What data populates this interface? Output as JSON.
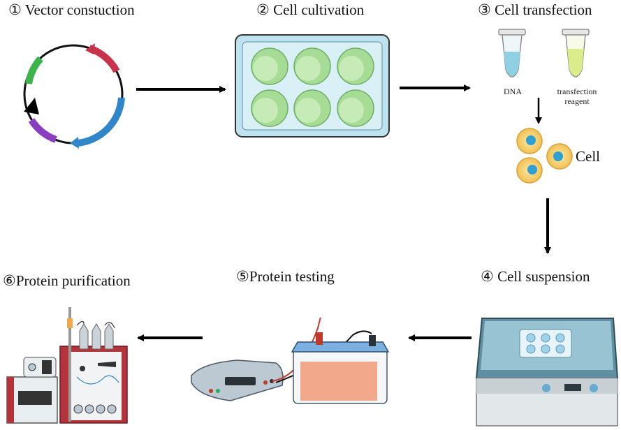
{
  "steps": [
    {
      "label": "① Vector constuction"
    },
    {
      "label": "② Cell cultivation"
    },
    {
      "label": "③  Cell  transfection"
    },
    {
      "label": "④ Cell suspension"
    },
    {
      "label": "⑤Protein testing"
    },
    {
      "label": "⑥Protein purification"
    }
  ],
  "transfection": {
    "tube1_label": "DNA",
    "tube2_label_line1": "transfection",
    "tube2_label_line2": "reagent",
    "cell_label": "Cell"
  },
  "colors": {
    "plasmid_red": "#c8324a",
    "plasmid_blue": "#2f86c9",
    "plasmid_green": "#3bb54a",
    "plasmid_purple": "#8a3fc0",
    "well_green": "#a6dc96",
    "plate_blue": "#bfe3ee",
    "arrow": "#000000"
  }
}
